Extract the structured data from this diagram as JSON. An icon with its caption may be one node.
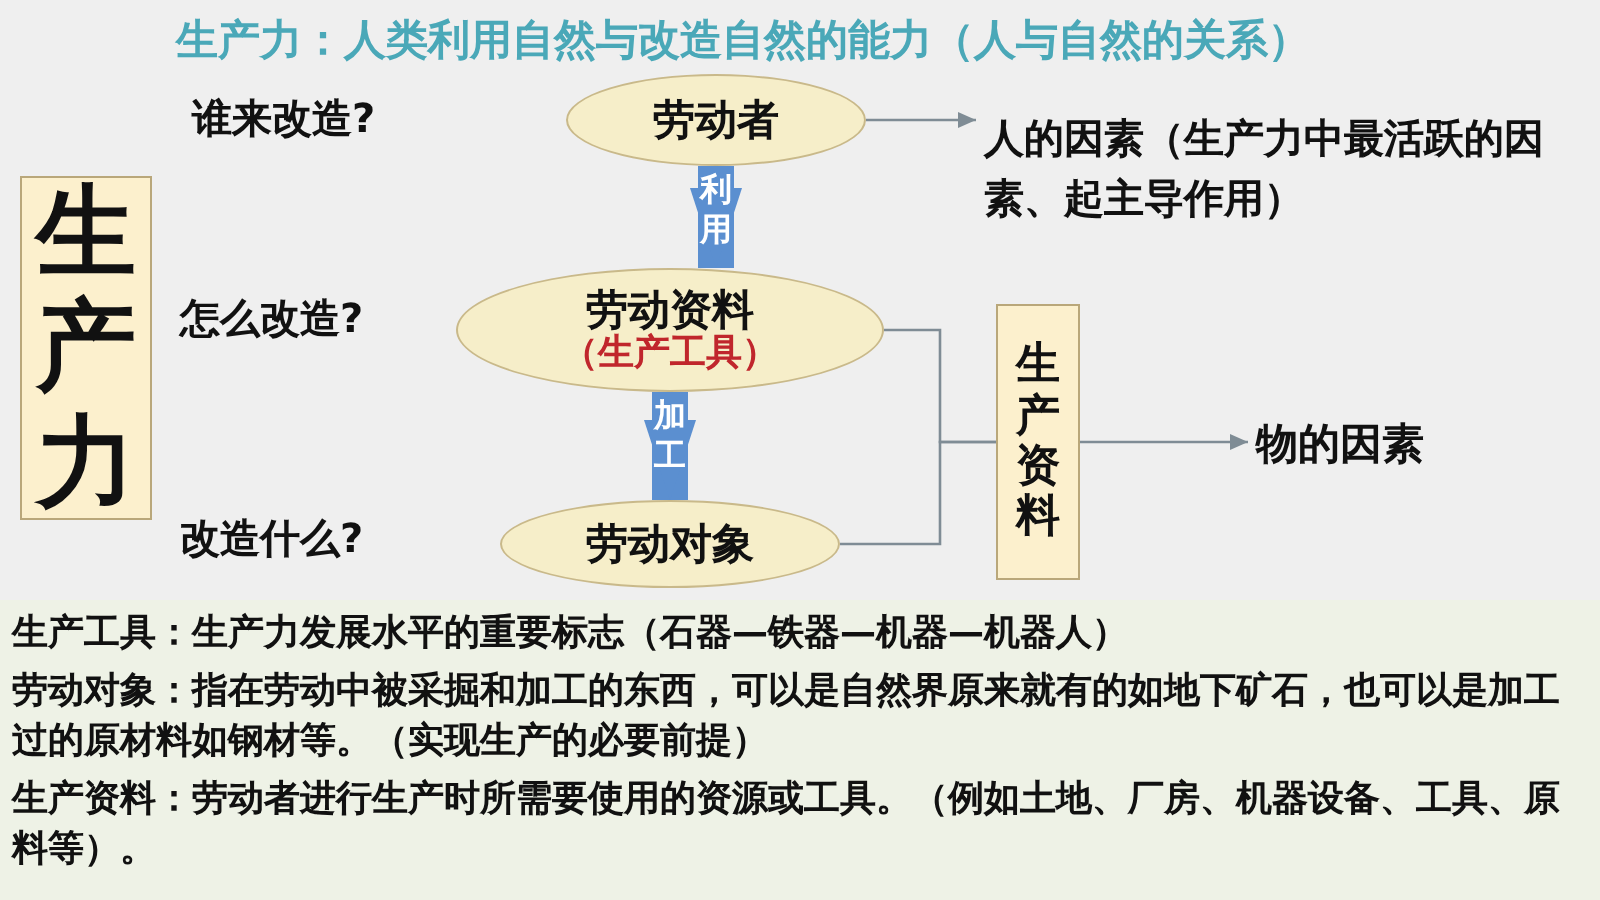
{
  "diagram": {
    "title": "生产力：人类利用自然与改造自然的能力**（人与自然的关系）**",
    "nodes": [
      {
        "text": [
          "生产力"
        ]
      },
      {
        "text": [
          "劳动者"
        ]
      },
      {
        "text": [
          "劳动资料",
          "（生产工具）"
        ]
      },
      {
        "text": [
          "劳动对象"
        ]
      },
      {
        "text": [
          "人的因素**（生产力中最活跃的因素、起主导作用）**"
        ]
      },
      {
        "text": [
          "生产资料"
        ]
      },
      {
        "text": [
          "物的因素"
        ]
      }
    ],
    "edges": [
      {
        "from": 1,
        "to": 4,
        "arrow": "to"
      },
      {
        "from": 1,
        "to": 2,
        "arrow": "to",
        "label": "利用",
        "style": "thick",
        "color": "#5b8fd0"
      },
      {
        "from": 2,
        "to": 3,
        "arrow": "to",
        "label": "加工",
        "style": "thick",
        "color": "#5b8fd0"
      },
      {
        "from": 2,
        "to": 5,
        "arrow": "none"
      },
      {
        "from": 3,
        "to": 5,
        "arrow": "none"
      },
      {
        "from": 5,
        "to": 6,
        "arrow": "to"
      }
    ],
    "labels": [
      "谁来改造?",
      "怎么改造?",
      "改造什么?",
      "**生产工具**：**生产力发展水平的重要标志**（石器—铁器—机器—机器人）",
      "**劳动对象**：指在劳动中被采掘和加工的东西，可以是自然界原来就有的如地下矿石，也可以是加工过的原材料如钢材等。**（实现生产的必要前提）**",
      "**生产资料**：劳动者进行生产时所**需要使用的资源或工具**。（例如土地、厂房、机器设备、工具、原料等）。"
    ]
  }
}
